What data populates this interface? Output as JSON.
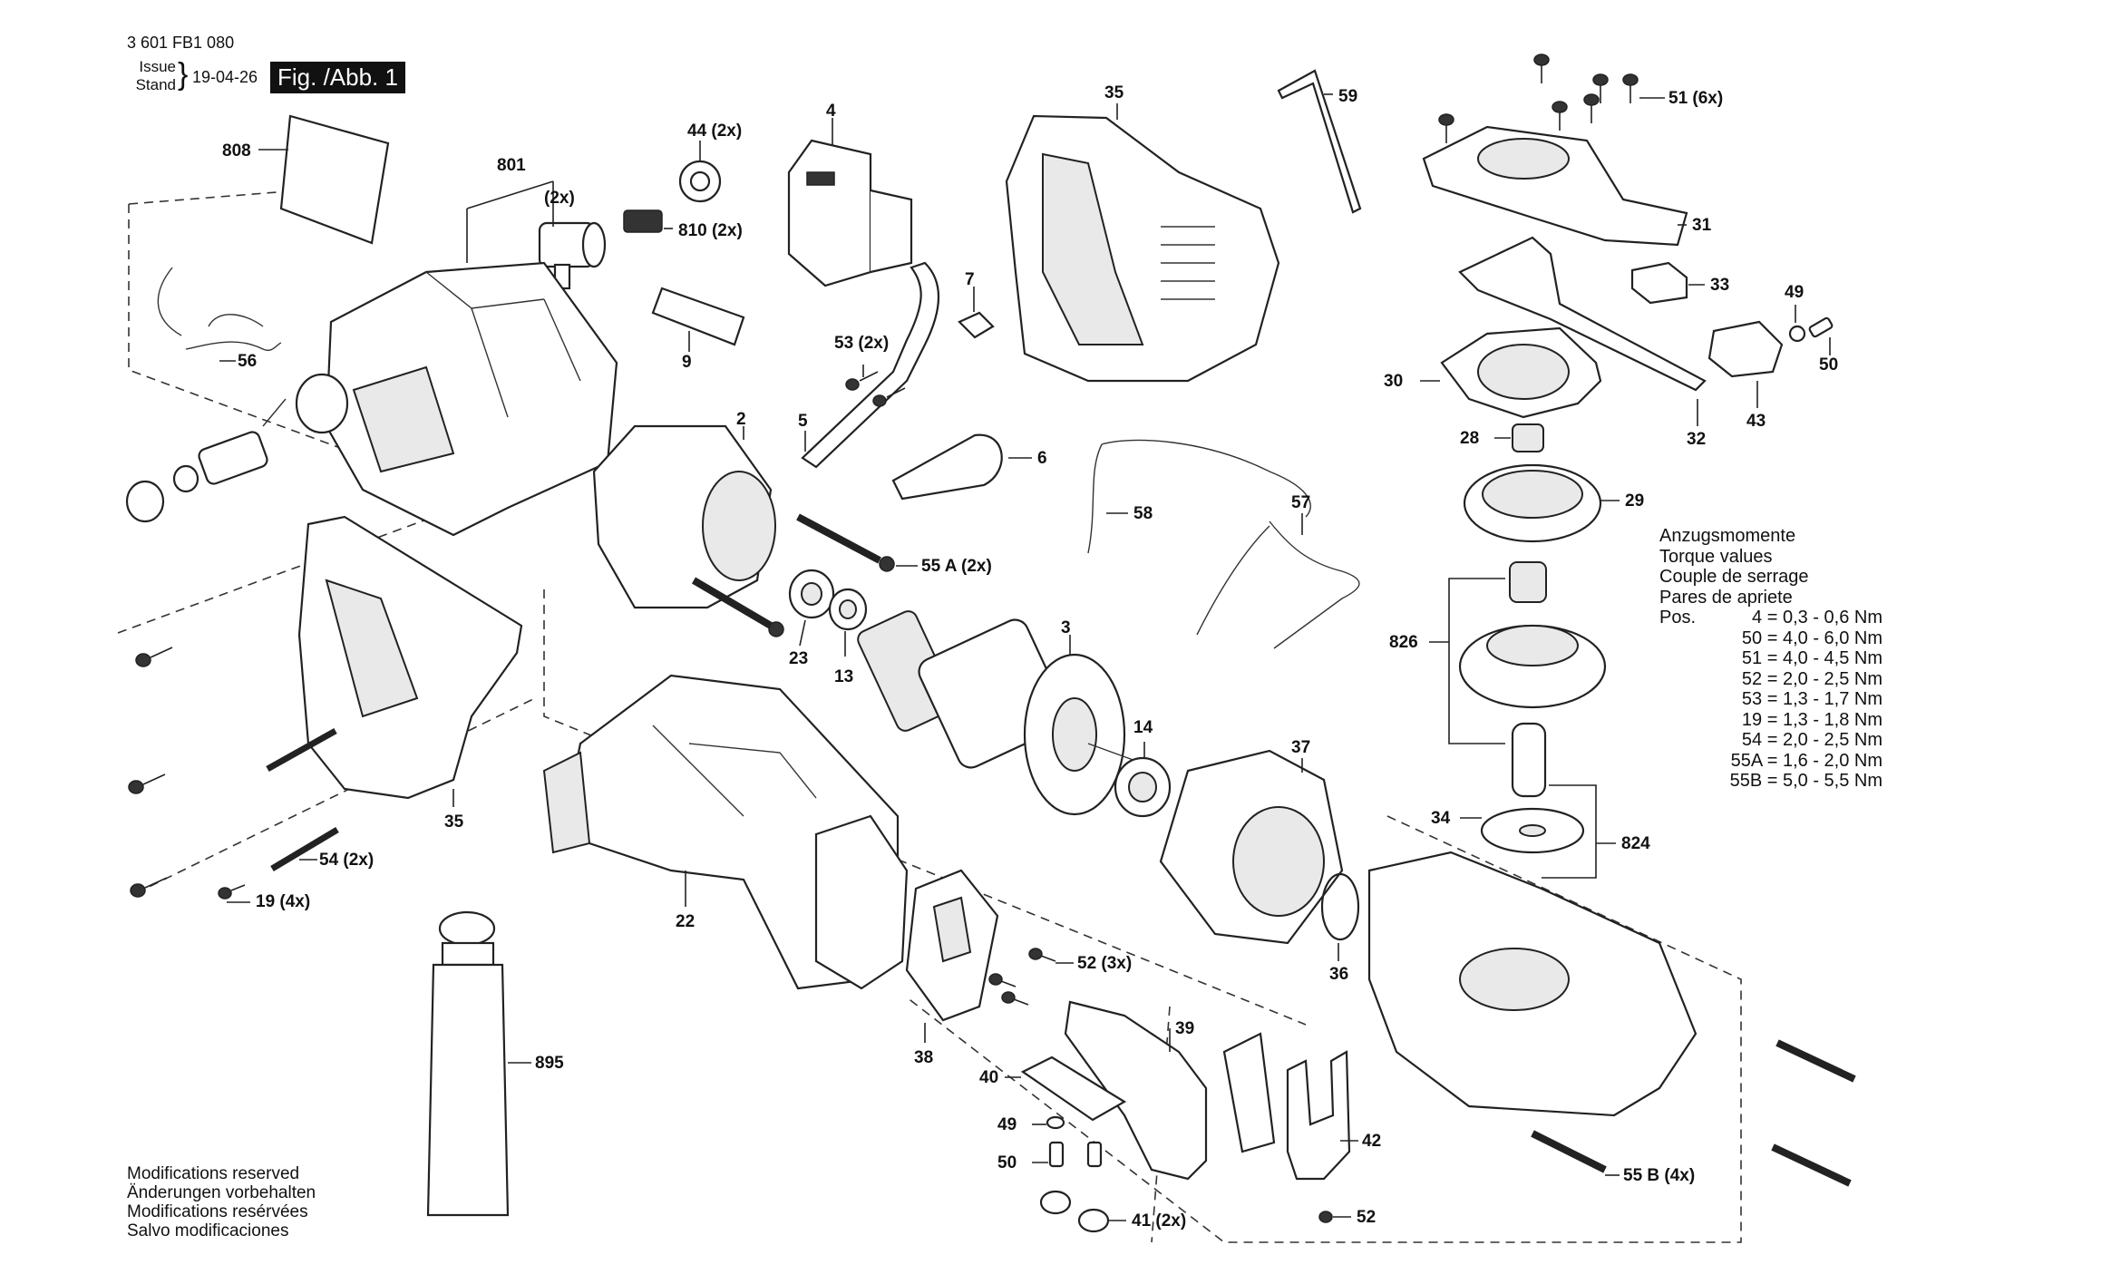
{
  "header": {
    "doc_number": "3 601 FB1 080",
    "issue_label_1": "Issue",
    "issue_label_2": "Stand",
    "issue_date": "19-04-26",
    "figure": "Fig. /Abb. 1"
  },
  "labels": {
    "l808": "808",
    "l801": "801",
    "l2x": "(2x)",
    "l44": "44 (2x)",
    "l810": "810 (2x)",
    "l9": "9",
    "l56": "56",
    "l4": "4",
    "l35a": "35",
    "l59": "59",
    "l51": "51 (6x)",
    "l31": "31",
    "l33": "33",
    "l49a": "49",
    "l50a": "50",
    "l43": "43",
    "l32": "32",
    "l30": "30",
    "l28": "28",
    "l29": "29",
    "l7": "7",
    "l53": "53 (2x)",
    "l5": "5",
    "l6": "6",
    "l2": "2",
    "l58": "58",
    "l57": "57",
    "l55a": "55 A (2x)",
    "l23": "23",
    "l13": "13",
    "l3": "3",
    "l14": "14",
    "l826": "826",
    "l37": "37",
    "l34": "34",
    "l824": "824",
    "l35b": "35",
    "l54": "54 (2x)",
    "l19": "19  (4x)",
    "l22": "22",
    "l52a": "52 (3x)",
    "l36": "36",
    "l38": "38",
    "l39": "39",
    "l40": "40",
    "l49b": "49",
    "l50b": "50",
    "l41": "41 (2x)",
    "l42": "42",
    "l52b": "52",
    "l55b": "55 B (4x)",
    "l895": "895"
  },
  "torque": {
    "lines": [
      "Anzugsmomente",
      "Torque values",
      "Couple de serrage",
      "Pares de apriete"
    ],
    "pos_label": "Pos.",
    "rows": [
      "4 = 0,3 - 0,6 Nm",
      "50 = 4,0 - 6,0 Nm",
      "51 = 4,0 - 4,5 Nm",
      "52 = 2,0 - 2,5 Nm",
      "53 = 1,3 - 1,7 Nm",
      "19 = 1,3 - 1,8 Nm",
      "54 = 2,0 - 2,5 Nm",
      "55A = 1,6 - 2,0 Nm",
      "55B = 5,0 - 5,5 Nm"
    ]
  },
  "modifications": [
    "Modifications reserved",
    "Änderungen vorbehalten",
    "Modifications resérvées",
    "Salvo modificaciones"
  ]
}
